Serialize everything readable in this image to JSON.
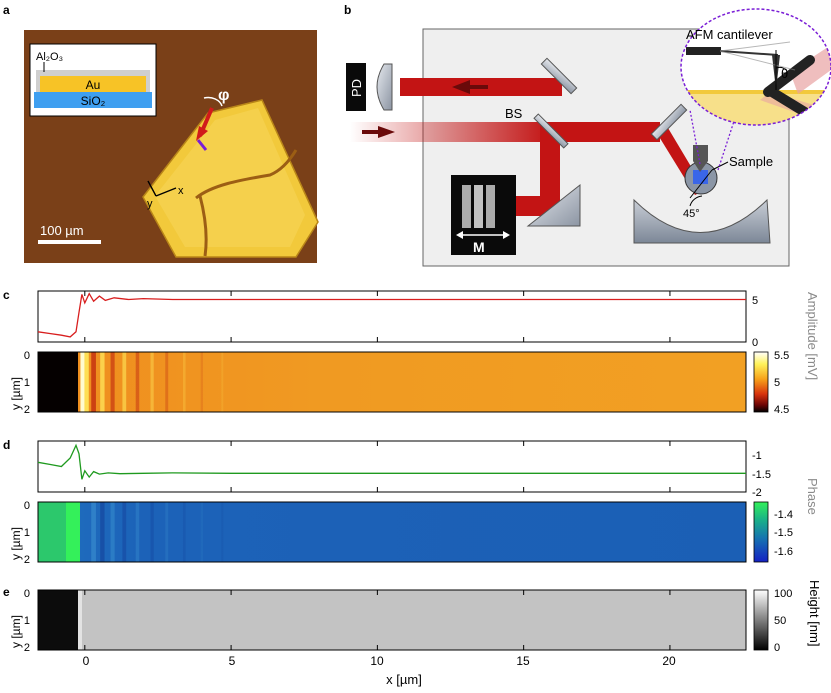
{
  "panel_labels": {
    "a": "a",
    "b": "b",
    "c": "c",
    "d": "d",
    "e": "e"
  },
  "panel_a": {
    "inset_layers": {
      "top": "Al₂O₃",
      "middle": "Au",
      "bottom": "SiO₂"
    },
    "angle_label": "φ",
    "axis_x": "x",
    "axis_y": "y",
    "scalebar_label": "100 µm",
    "colors": {
      "background": "#7a4018",
      "flake": "#f2c93b",
      "au": "#f7c326",
      "sio2": "#3f9ff0",
      "al2o3": "#cfcfcf"
    }
  },
  "panel_b": {
    "pd_label": "PD",
    "bs_label": "BS",
    "m_label": "M",
    "cantilever_label": "AFM cantilever",
    "theta_label": "θ",
    "sample_label": "Sample",
    "angle_label": "45°",
    "beam_color": "#c31414"
  },
  "x_axis": {
    "label": "x [µm]",
    "ticks": [
      "0",
      "5",
      "10",
      "15",
      "20"
    ],
    "tick_values": [
      0,
      5,
      10,
      15,
      20
    ],
    "range": [
      -1.6,
      22.6
    ]
  },
  "y_axis": {
    "label": "y [µm]",
    "ticks": [
      "0",
      "1",
      "2"
    ]
  },
  "panel_c": {
    "line_ticks": [
      "5",
      "0"
    ],
    "side_label": "Amplitude [mV]",
    "colorbar_ticks": [
      "5.5",
      "5",
      "4.5"
    ],
    "line_color": "#d81e1e"
  },
  "panel_d": {
    "line_ticks": [
      "-1",
      "-1.5",
      "-2"
    ],
    "side_label": "Phase",
    "colorbar_ticks": [
      "-1.4",
      "-1.5",
      "-1.6"
    ],
    "line_color": "#1f9a1f"
  },
  "panel_e": {
    "side_label": "Height [nm]",
    "colorbar_ticks": [
      "100",
      "50",
      "0"
    ]
  },
  "chart_data": [
    {
      "type": "line",
      "name": "amplitude profile",
      "xlabel": "x [µm]",
      "ylabel": "Amplitude [mV]",
      "xlim": [
        -1.6,
        22.6
      ],
      "ylim": [
        0,
        6
      ],
      "x": [
        -1.6,
        -1.2,
        -0.8,
        -0.5,
        -0.3,
        -0.2,
        -0.1,
        0.0,
        0.15,
        0.3,
        0.5,
        0.7,
        1.0,
        1.5,
        2.0,
        3.0,
        5.0,
        10.0,
        15.0,
        20.0,
        22.6
      ],
      "y": [
        1.2,
        1.0,
        0.8,
        0.6,
        1.2,
        3.5,
        5.6,
        4.6,
        5.7,
        4.8,
        5.4,
        4.9,
        5.2,
        5.0,
        5.1,
        5.0,
        5.0,
        5.0,
        5.0,
        5.0,
        5.0
      ]
    },
    {
      "type": "heatmap",
      "name": "amplitude map",
      "xlabel": "x [µm]",
      "ylabel": "y [µm]",
      "colorbar_label": "Amplitude [mV]",
      "colorbar_range": [
        4.5,
        5.5
      ],
      "stripe_positions_um": [
        0.05,
        0.3,
        0.6,
        0.95,
        1.35,
        1.8,
        2.3,
        2.8,
        3.4,
        4.0,
        4.7
      ]
    },
    {
      "type": "line",
      "name": "phase profile",
      "xlabel": "x [µm]",
      "ylabel": "Phase",
      "xlim": [
        -1.6,
        22.6
      ],
      "ylim": [
        -2,
        -0.8
      ],
      "x": [
        -1.6,
        -1.2,
        -0.8,
        -0.5,
        -0.3,
        -0.2,
        -0.1,
        0.0,
        0.15,
        0.3,
        0.5,
        0.8,
        1.2,
        2.0,
        3.0,
        5.0,
        10.0,
        15.0,
        20.0,
        22.6
      ],
      "y": [
        -1.3,
        -1.35,
        -1.4,
        -1.2,
        -0.9,
        -1.1,
        -1.7,
        -1.5,
        -1.65,
        -1.52,
        -1.58,
        -1.55,
        -1.57,
        -1.56,
        -1.55,
        -1.56,
        -1.56,
        -1.56,
        -1.56,
        -1.56
      ]
    },
    {
      "type": "heatmap",
      "name": "phase map",
      "xlabel": "x [µm]",
      "ylabel": "y [µm]",
      "colorbar_label": "Phase",
      "colorbar_range": [
        -1.6,
        -1.4
      ]
    },
    {
      "type": "heatmap",
      "name": "height map",
      "xlabel": "x [µm]",
      "ylabel": "y [µm]",
      "colorbar_label": "Height [nm]",
      "colorbar_range": [
        0,
        100
      ]
    }
  ]
}
